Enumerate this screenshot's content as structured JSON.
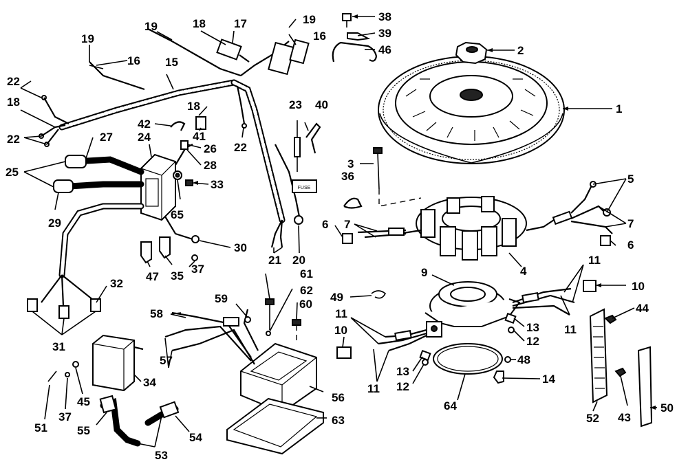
{
  "diagram": {
    "part_numbers": {
      "p1": "1",
      "p2": "2",
      "p3": "3",
      "p4": "4",
      "p5": "5",
      "p6a": "6",
      "p6b": "6",
      "p7a": "7",
      "p7b": "7",
      "p9": "9",
      "p10a": "10",
      "p10b": "10",
      "p11a": "11",
      "p11b": "11",
      "p11c": "11",
      "p11d": "11",
      "p12a": "12",
      "p12b": "12",
      "p13a": "13",
      "p13b": "13",
      "p14": "14",
      "p15": "15",
      "p16a": "16",
      "p16b": "16",
      "p17": "17",
      "p18a": "18",
      "p18b": "18",
      "p18c": "18",
      "p19a": "19",
      "p19b": "19",
      "p19c": "19",
      "p20": "20",
      "p21": "21",
      "p22a": "22",
      "p22b": "22",
      "p22c": "22",
      "p23": "23",
      "p24": "24",
      "p25": "25",
      "p26": "26",
      "p27": "27",
      "p28": "28",
      "p29": "29",
      "p30": "30",
      "p31": "31",
      "p32": "32",
      "p33": "33",
      "p34": "34",
      "p35": "35",
      "p36": "36",
      "p37a": "37",
      "p37b": "37",
      "p38": "38",
      "p39": "39",
      "p40": "40",
      "p41": "41",
      "p42": "42",
      "p43": "43",
      "p44": "44",
      "p45": "45",
      "p46": "46",
      "p47": "47",
      "p48": "48",
      "p49": "49",
      "p50": "50",
      "p51": "51",
      "p52": "52",
      "p53": "53",
      "p54": "54",
      "p55": "55",
      "p56": "56",
      "p57": "57",
      "p58": "58",
      "p59": "59",
      "p60": "60",
      "p61": "61",
      "p62": "62",
      "p63": "63",
      "p64": "64",
      "p65": "65"
    },
    "fuse_tag_text": "FUSE"
  }
}
